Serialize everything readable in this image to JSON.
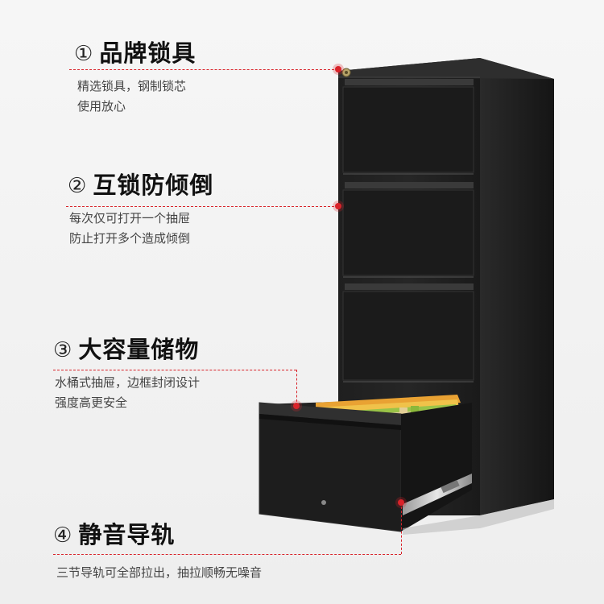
{
  "features": [
    {
      "num": "①",
      "title": "品牌锁具",
      "lines": [
        "精选锁具，钢制锁芯",
        "使用放心"
      ]
    },
    {
      "num": "②",
      "title": "互锁防倾倒",
      "lines": [
        "每次仅可打开一个抽屉",
        "防止打开多个造成倾倒"
      ]
    },
    {
      "num": "③",
      "title": "大容量储物",
      "lines": [
        "水桶式抽屉，边框封闭设计",
        "强度高更安全"
      ]
    },
    {
      "num": "④",
      "title": "静音导轨",
      "lines": [
        "三节导轨可全部拉出，抽拉顺畅无噪音"
      ]
    }
  ],
  "colors": {
    "accent": "#d9232a",
    "cabinet": "#1c1c1c",
    "background": "#f1f1f1"
  },
  "icons": [
    "lock-icon"
  ]
}
